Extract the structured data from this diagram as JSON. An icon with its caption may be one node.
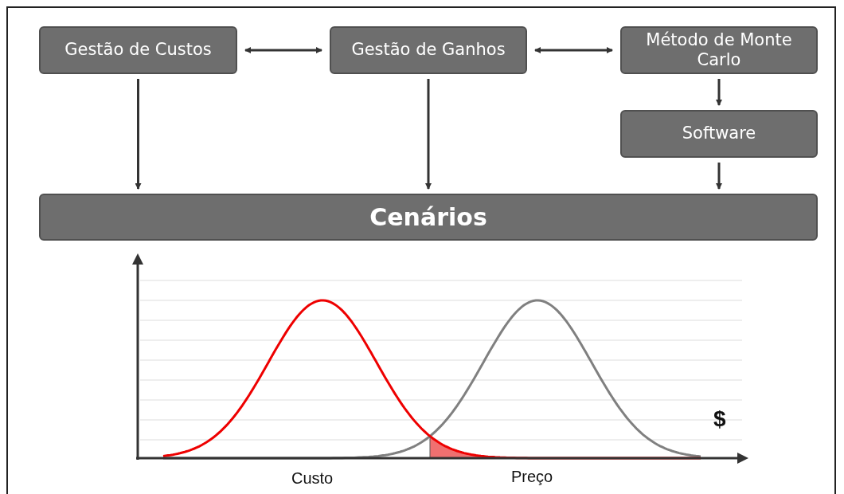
{
  "diagram": {
    "nodes": [
      {
        "text": [
          "Gestão de Custos"
        ]
      },
      {
        "text": [
          "Gestão de Ganhos"
        ]
      },
      {
        "text": [
          "Método de Monte Carlo"
        ]
      },
      {
        "text": [
          "Software"
        ]
      },
      {
        "text": [
          "Cenários"
        ]
      }
    ],
    "edges": [
      {
        "from": 0,
        "to": 1,
        "arrow": "both"
      },
      {
        "from": 1,
        "to": 2,
        "arrow": "both"
      },
      {
        "from": 2,
        "to": 3,
        "arrow": "to"
      },
      {
        "from": 0,
        "to": 4,
        "arrow": "to"
      },
      {
        "from": 1,
        "to": 4,
        "arrow": "to"
      },
      {
        "from": 3,
        "to": 4,
        "arrow": "to"
      }
    ],
    "labels": [
      "$",
      "Custo",
      "Preço"
    ]
  }
}
